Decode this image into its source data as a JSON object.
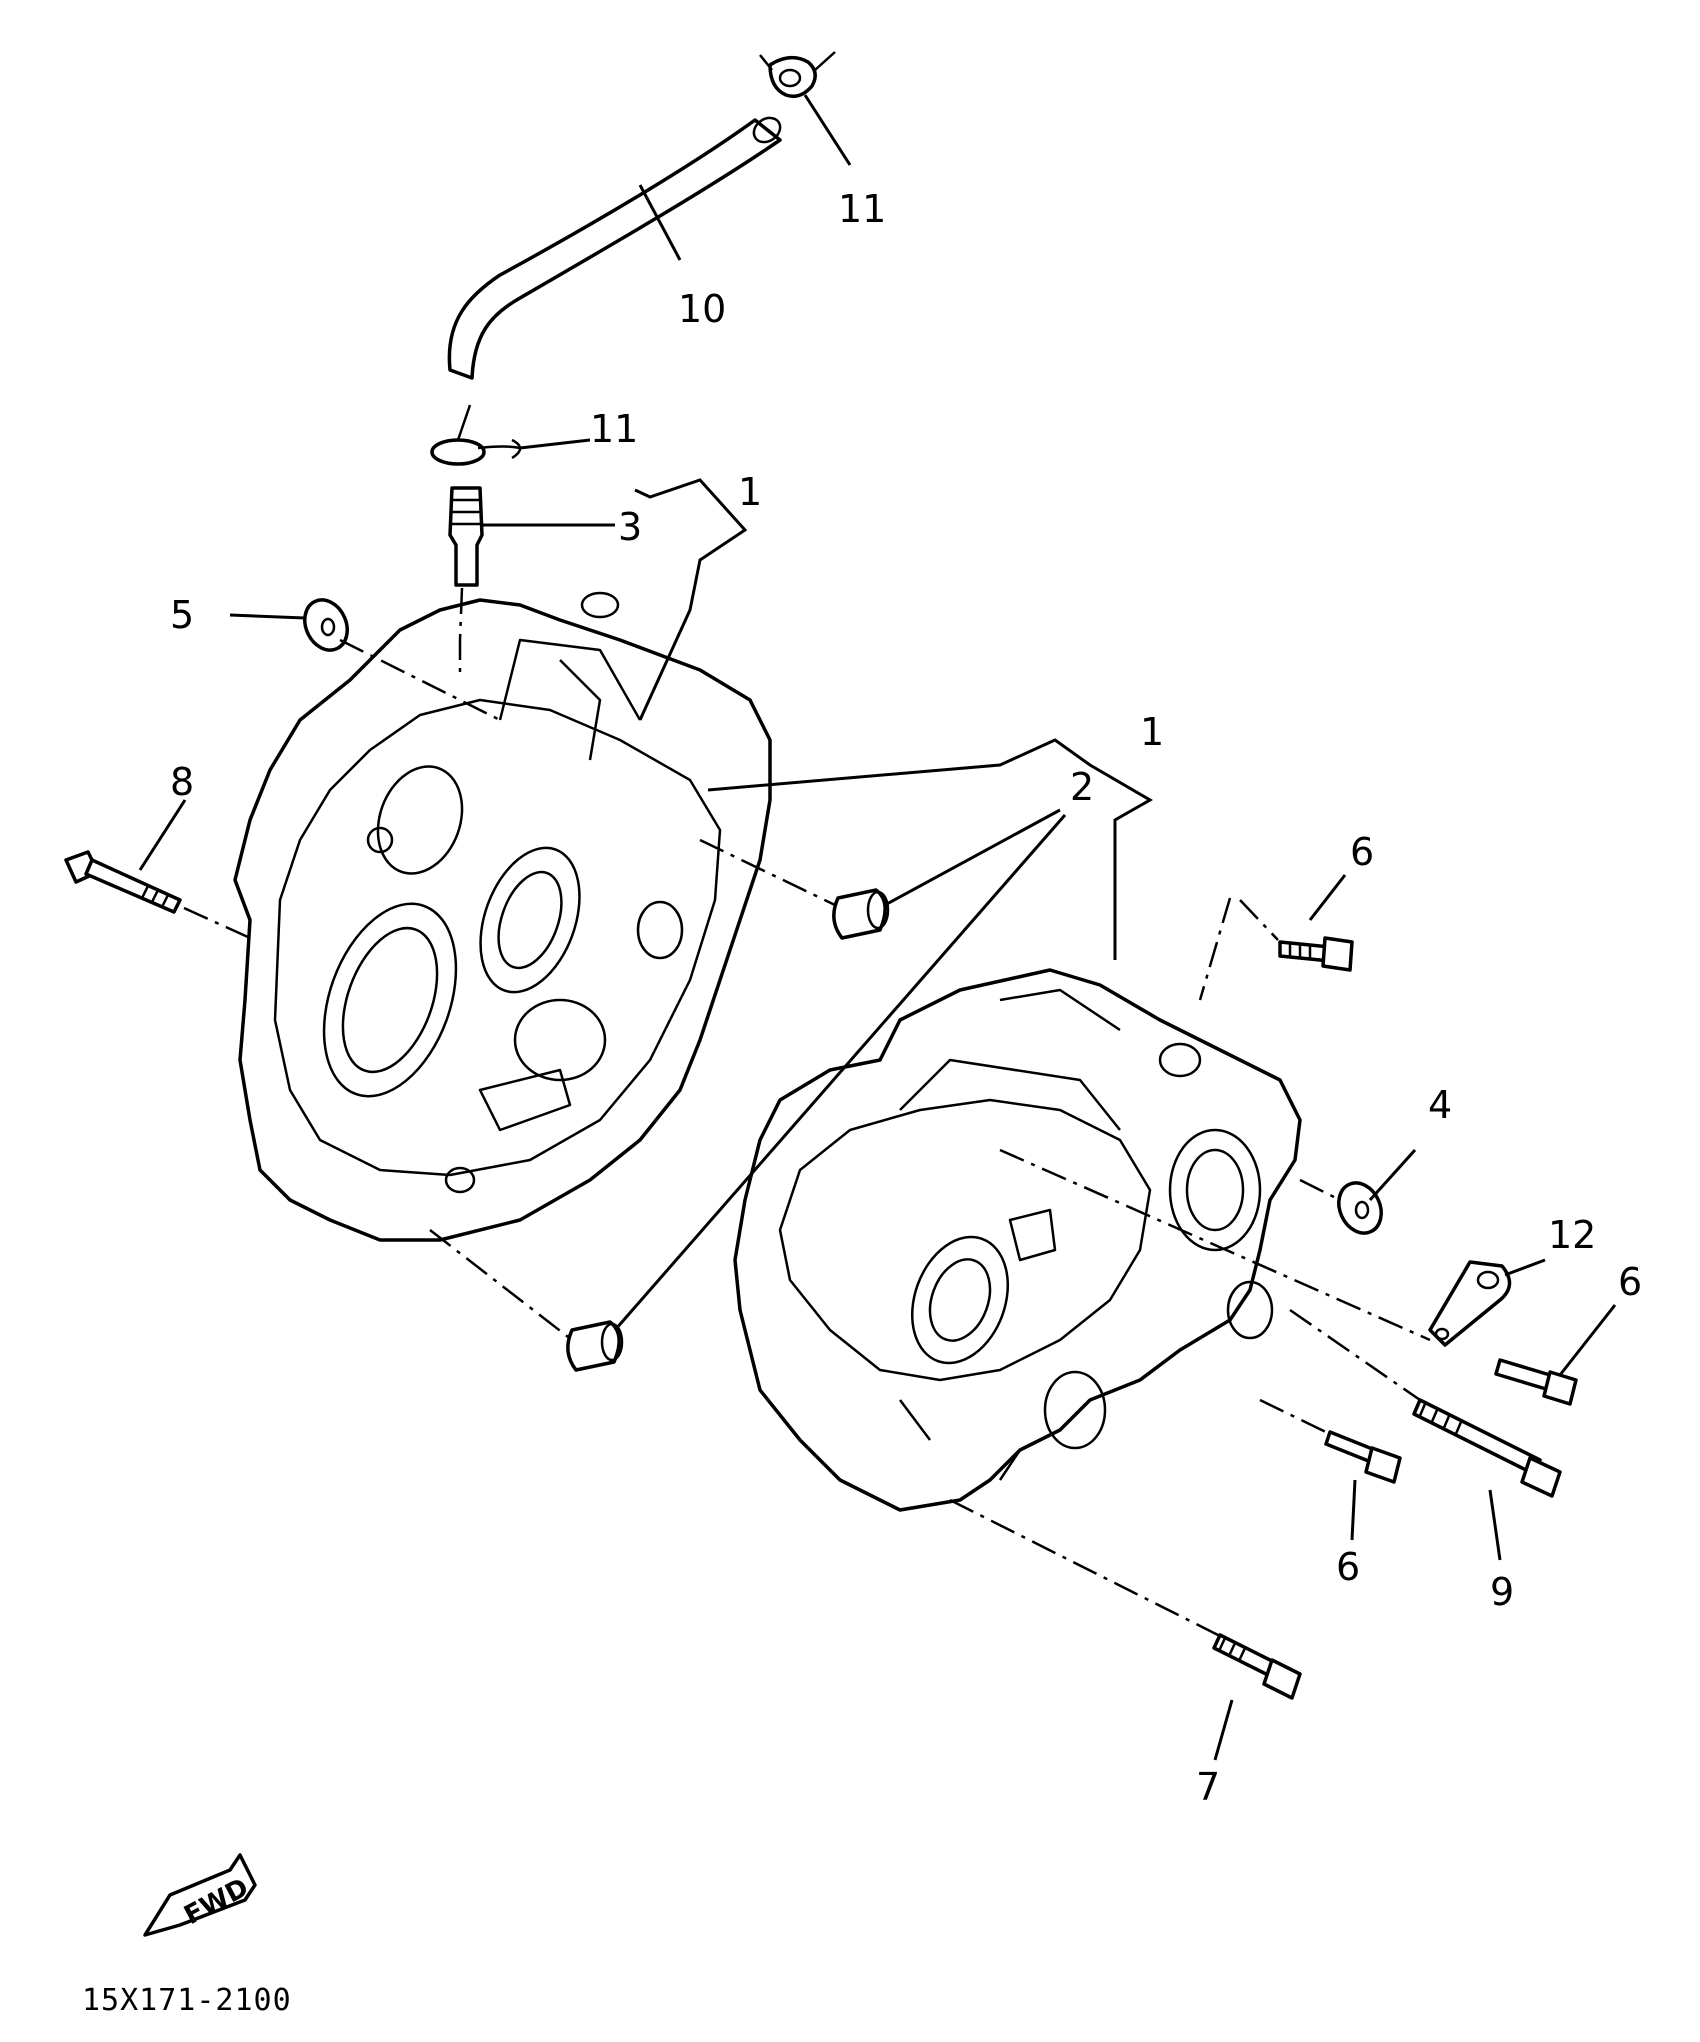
{
  "diagram_code": "15X171-2100",
  "fwd_label": "FWD",
  "callouts": {
    "c1a": "1",
    "c1b": "1",
    "c2": "2",
    "c3": "3",
    "c4": "4",
    "c5": "5",
    "c6a": "6",
    "c6b": "6",
    "c6c": "6",
    "c7": "7",
    "c8": "8",
    "c9": "9",
    "c10": "10",
    "c11a": "11",
    "c11b": "11",
    "c12": "12"
  }
}
